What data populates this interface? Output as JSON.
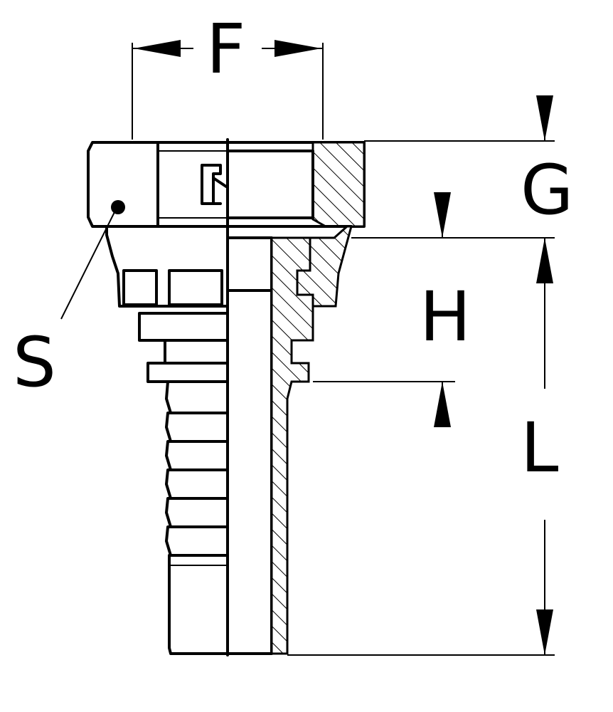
{
  "labels": {
    "F": "F",
    "G": "G",
    "H": "H",
    "L": "L",
    "S": "S"
  }
}
